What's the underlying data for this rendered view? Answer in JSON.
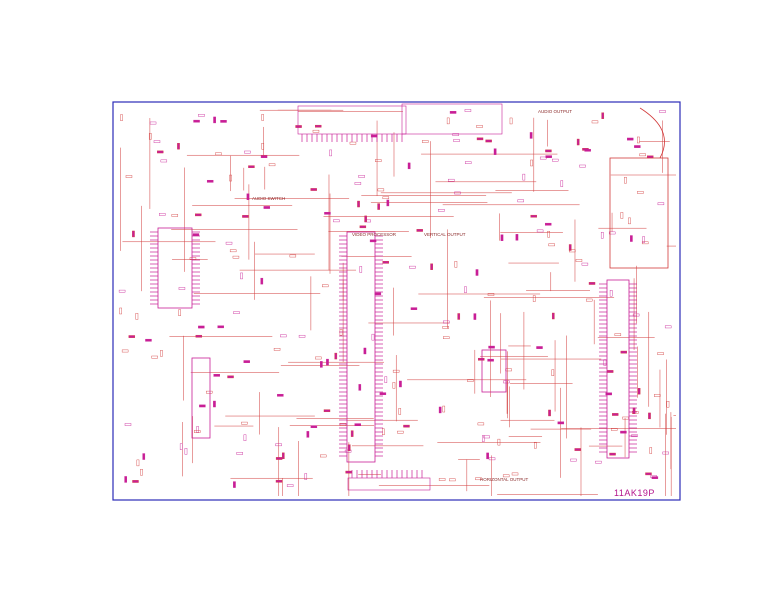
{
  "sheet": {
    "border_color": "#2b2bb8",
    "wire_color": "#d23a3a",
    "part_color": "#c81e96",
    "text_color": "#8a2a2a",
    "model": "11AK19P"
  },
  "blocks": {
    "audio_switch": "AUDIO SWITCH",
    "audio_output": "AUDIO OUTPUT",
    "video_processor": "VIDEO PROCESSOR",
    "vertical_output": "VERTICAL OUTPUT",
    "horizontal_output": "HORIZONTAL OUTPUT"
  }
}
